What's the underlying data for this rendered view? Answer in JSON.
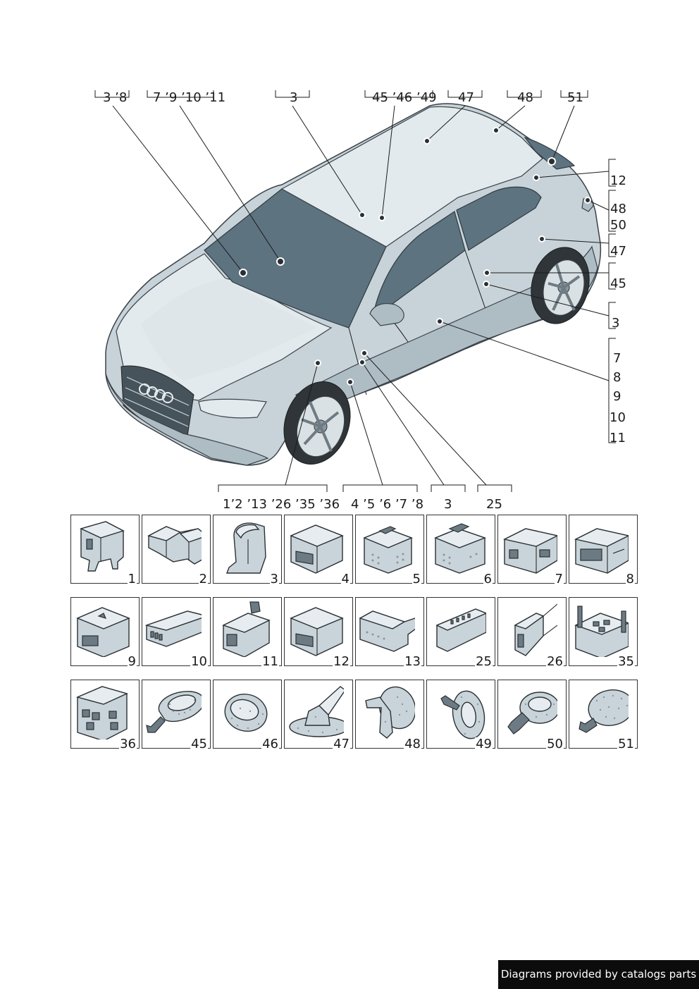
{
  "top_callouts": [
    {
      "id": "c-3-8",
      "text": "3 ’8"
    },
    {
      "id": "c-7-11",
      "text": "7 ’9 ’10 ’11"
    },
    {
      "id": "c-3-roof",
      "text": "3"
    },
    {
      "id": "c-45-49",
      "text": "45 ’46 ’49"
    },
    {
      "id": "c-47-top",
      "text": "47"
    },
    {
      "id": "c-48-top",
      "text": "48"
    },
    {
      "id": "c-51",
      "text": "51"
    }
  ],
  "right_callouts": [
    {
      "id": "r-12",
      "text": "12"
    },
    {
      "id": "r-48",
      "text": "48"
    },
    {
      "id": "r-50",
      "text": "50"
    },
    {
      "id": "r-47",
      "text": "47"
    },
    {
      "id": "r-45",
      "text": "45"
    },
    {
      "id": "r-3",
      "text": "3"
    },
    {
      "id": "r-7",
      "text": "7"
    },
    {
      "id": "r-8",
      "text": "8"
    },
    {
      "id": "r-9",
      "text": "9"
    },
    {
      "id": "r-10",
      "text": "10"
    },
    {
      "id": "r-11",
      "text": "11"
    }
  ],
  "bottom_callouts": [
    {
      "id": "b-1-36",
      "text": "1’2 ’13 ’26  ’35  ’36"
    },
    {
      "id": "b-4-8",
      "text": "4  ’5 ’6 ’7 ’8"
    },
    {
      "id": "b-3",
      "text": "3"
    },
    {
      "id": "b-25",
      "text": "25"
    }
  ],
  "parts_grid": [
    [
      {
        "num": "1",
        "icon": "connector-housing-icon"
      },
      {
        "num": "2",
        "icon": "connector-housing-icon"
      },
      {
        "num": "3",
        "icon": "connector-cap-icon"
      },
      {
        "num": "4",
        "icon": "connector-housing-icon"
      },
      {
        "num": "5",
        "icon": "connector-housing-icon"
      },
      {
        "num": "6",
        "icon": "connector-housing-icon"
      },
      {
        "num": "7",
        "icon": "connector-housing-icon"
      },
      {
        "num": "8",
        "icon": "connector-housing-icon"
      }
    ],
    [
      {
        "num": "9",
        "icon": "connector-housing-icon"
      },
      {
        "num": "10",
        "icon": "connector-housing-icon"
      },
      {
        "num": "11",
        "icon": "connector-housing-icon"
      },
      {
        "num": "12",
        "icon": "connector-housing-icon"
      },
      {
        "num": "13",
        "icon": "connector-housing-icon"
      },
      {
        "num": "25",
        "icon": "connector-housing-icon"
      },
      {
        "num": "26",
        "icon": "connector-housing-icon"
      },
      {
        "num": "35",
        "icon": "relay-carrier-icon"
      }
    ],
    [
      {
        "num": "36",
        "icon": "relay-carrier-icon"
      },
      {
        "num": "45",
        "icon": "rubber-grommet-icon"
      },
      {
        "num": "46",
        "icon": "rubber-grommet-icon"
      },
      {
        "num": "47",
        "icon": "rubber-grommet-icon"
      },
      {
        "num": "48",
        "icon": "rubber-grommet-icon"
      },
      {
        "num": "49",
        "icon": "rubber-grommet-icon"
      },
      {
        "num": "50",
        "icon": "rubber-grommet-icon"
      },
      {
        "num": "51",
        "icon": "rubber-grommet-icon"
      }
    ]
  ],
  "credit": "Diagrams provided by catalogs parts"
}
